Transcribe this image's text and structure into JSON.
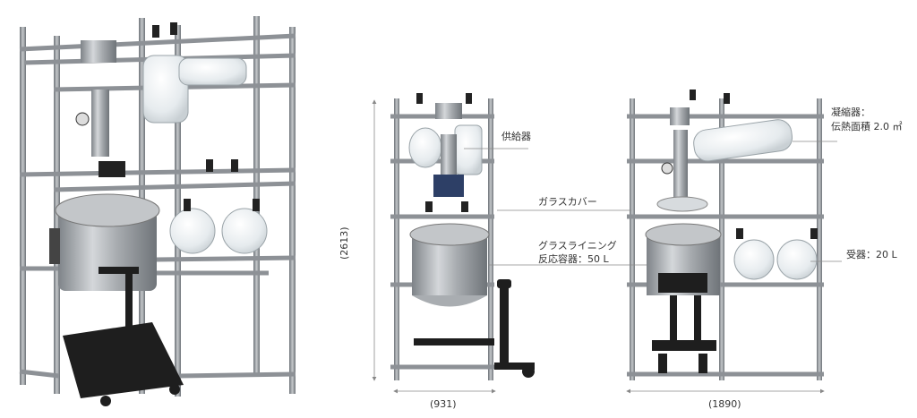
{
  "labels": {
    "feeder": "供給器",
    "glass_cover": "ガラスカバー",
    "reactor_line1": "グラスライニング",
    "reactor_line2": "反応容器：50 L",
    "condenser_line1": "凝縮器：",
    "condenser_line2": "伝熱面積 2.0 ㎡",
    "receiver": "受器：20 L"
  },
  "dimensions": {
    "height": "(2613)",
    "front_width": "(931)",
    "side_width": "(1890)"
  },
  "colors": {
    "frame": "#9a9ea3",
    "frame_dark": "#6e7378",
    "steel": "#b9bdc1",
    "black": "#1e1e1e",
    "glass": "#e9eef1",
    "line": "#8a8a8a"
  }
}
